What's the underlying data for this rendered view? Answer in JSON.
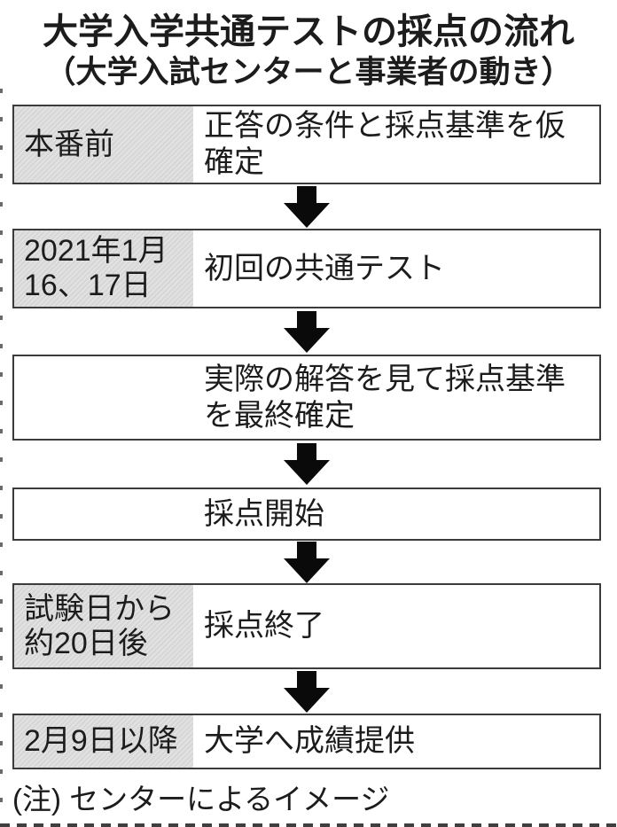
{
  "header": {
    "title": "大学入学共通テストの採点の流れ",
    "subtitle": "（大学入試センターと事業者の動き）"
  },
  "flow": {
    "steps": [
      {
        "label": "本番前",
        "content": "正答の条件と採点基準を仮\n確定"
      },
      {
        "label": "2021年1月\n16、17日",
        "content": "初回の共通テスト"
      },
      {
        "label": "",
        "content": "実際の解答を見て採点基準\nを最終確定"
      },
      {
        "label": "",
        "content": "採点開始"
      },
      {
        "label": "試験日から\n約20日後",
        "content": "採点終了"
      },
      {
        "label": "2月9日以降",
        "content": "大学へ成績提供"
      }
    ]
  },
  "footnote": {
    "text": "(注) センターによるイメージ"
  },
  "colors": {
    "box_border": "#3c3c3c",
    "label_fill": "#dcdcdc",
    "arrow": "#0a0a0a",
    "text": "#1c1c1c",
    "background": "#ffffff"
  }
}
